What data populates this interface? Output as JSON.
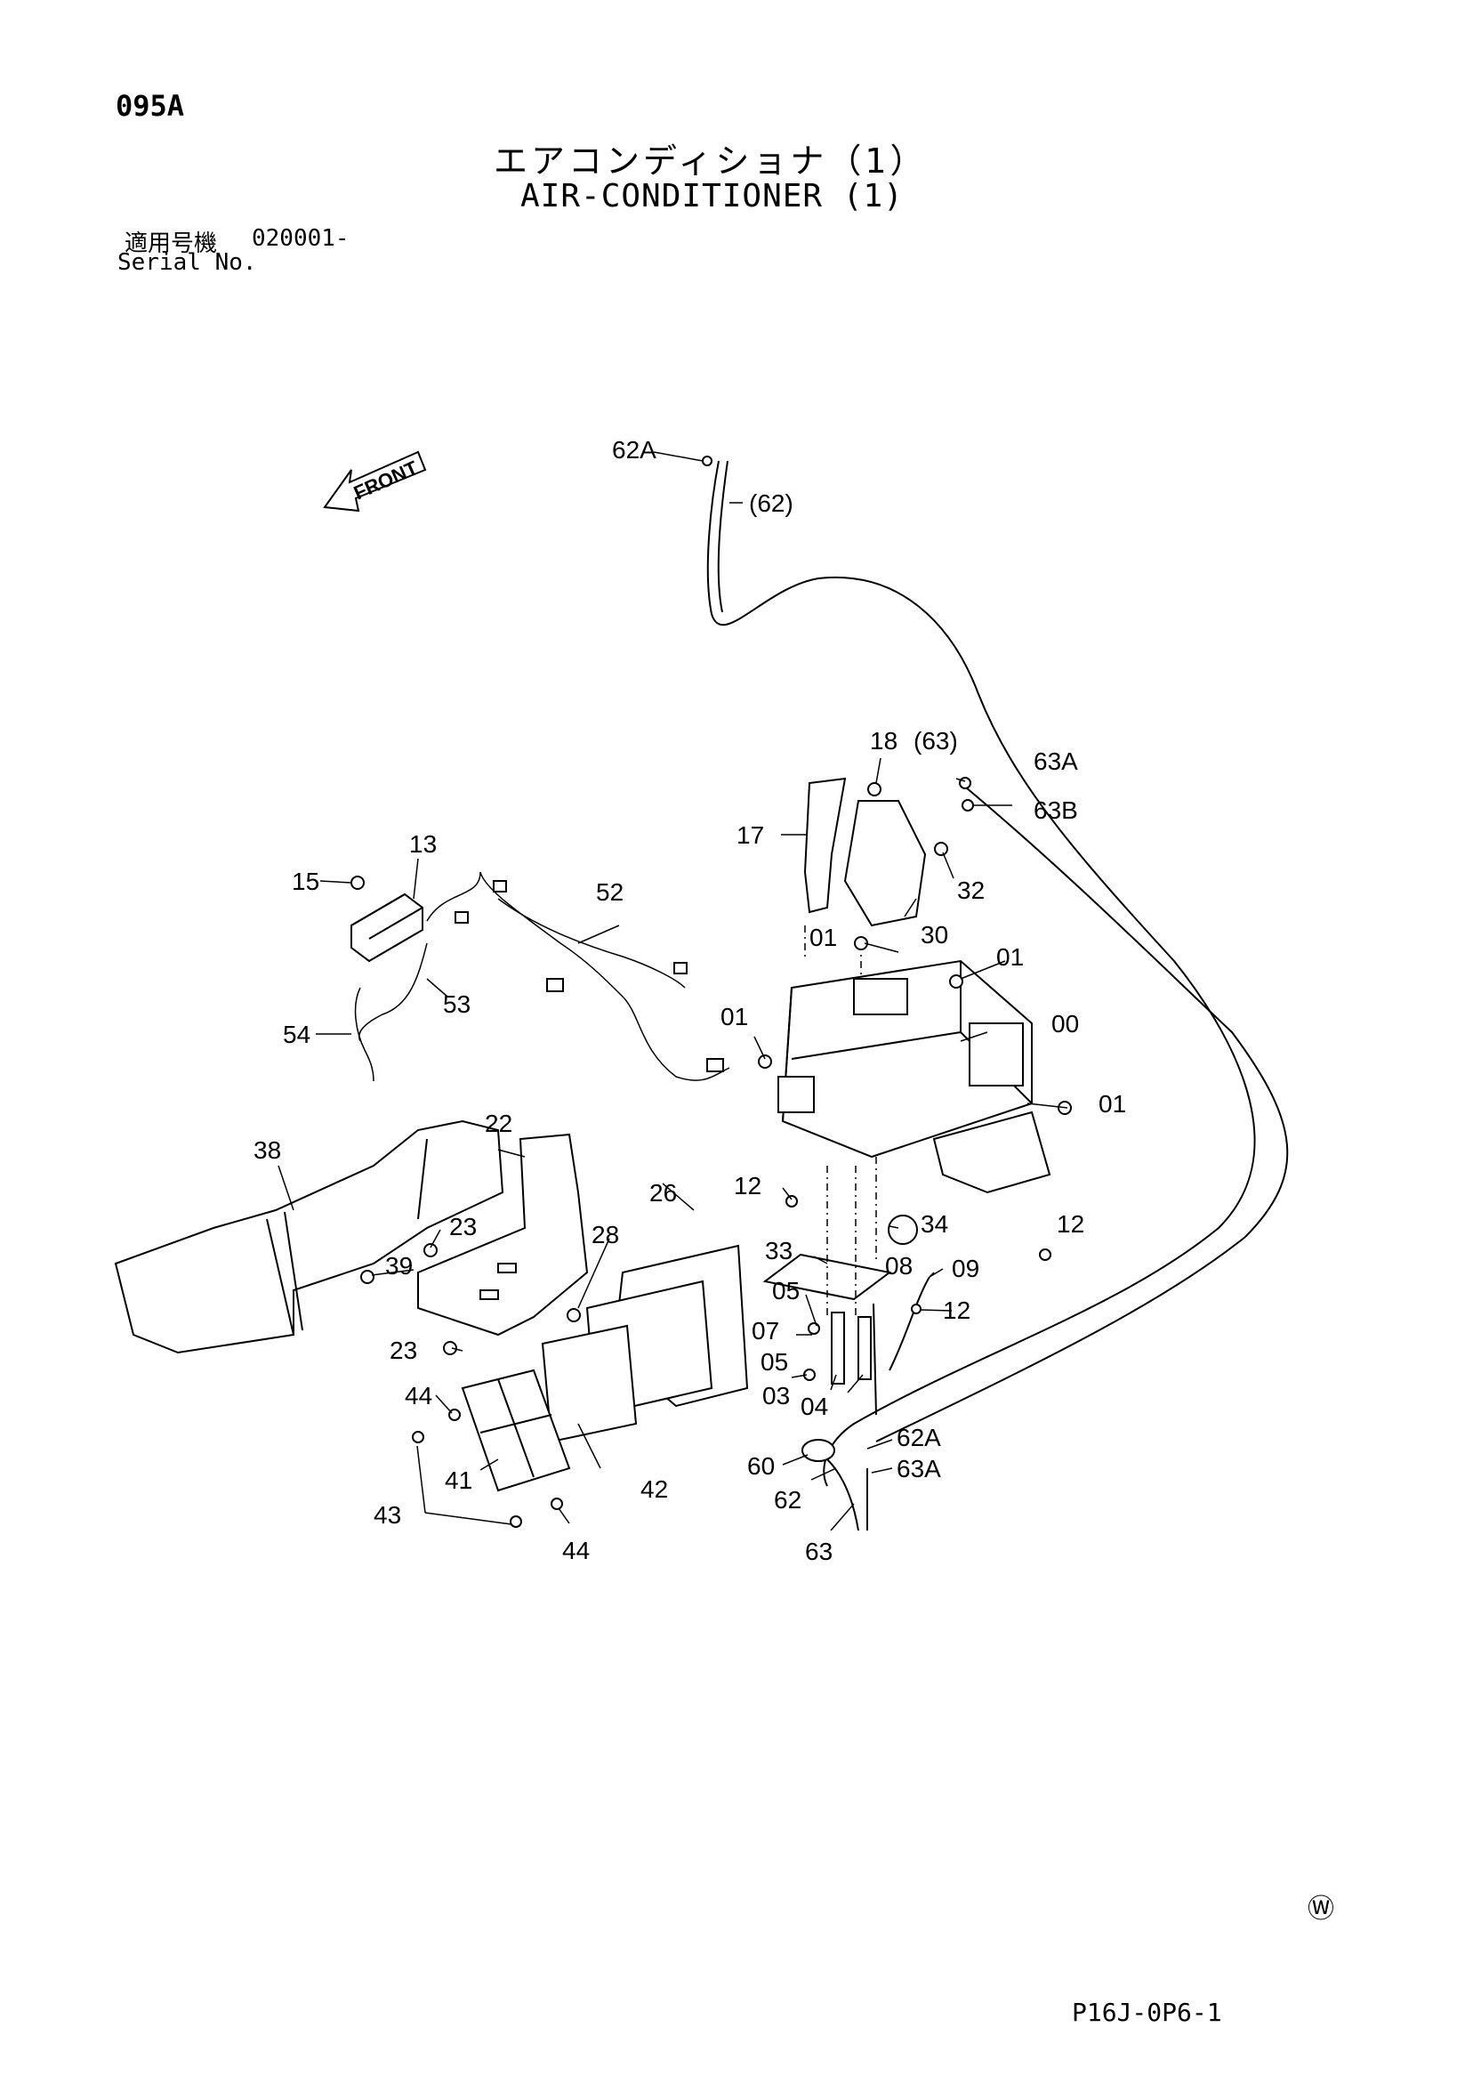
{
  "header": {
    "page_code": "095A",
    "title_jp": "エアコンディショナ（1）",
    "title_en": "AIR-CONDITIONER (1)",
    "serial_label_jp": "適用号機",
    "serial_value": "020001-",
    "serial_label_en": "Serial No."
  },
  "diagram": {
    "front_label": "FRONT",
    "callouts": [
      "62A",
      "(62)",
      "18",
      "(63)",
      "63A",
      "63B",
      "17",
      "32",
      "30",
      "13",
      "15",
      "52",
      "01",
      "01",
      "01",
      "01",
      "00",
      "53",
      "54",
      "22",
      "38",
      "26",
      "12",
      "34",
      "23",
      "28",
      "39",
      "33",
      "08",
      "09",
      "12",
      "05",
      "07",
      "05",
      "23",
      "03",
      "04",
      "44",
      "41",
      "42",
      "43",
      "44",
      "60",
      "62A",
      "62",
      "63A",
      "63",
      "12"
    ]
  },
  "footer": {
    "mark": "Ⓦ",
    "drawing_code": "P16J-0P6-1"
  }
}
